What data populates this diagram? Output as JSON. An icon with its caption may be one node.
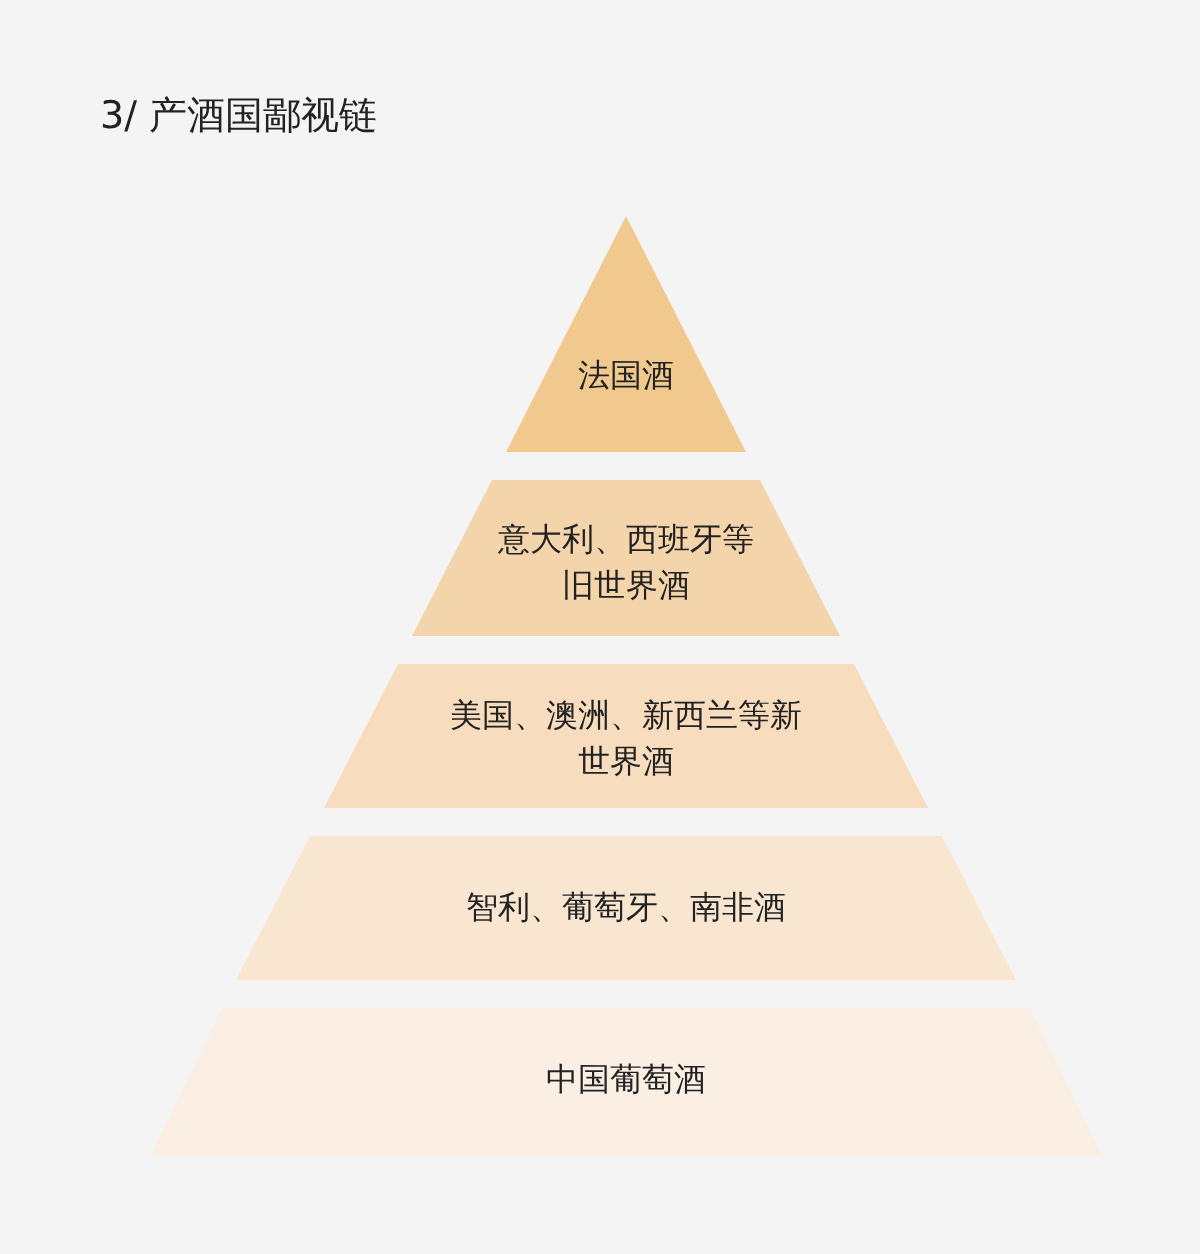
{
  "diagram": {
    "title": "3/ 产酒国鄙视链",
    "nodes": [
      {
        "text": [
          "法国酒"
        ]
      },
      {
        "text": [
          "意大利、西班牙等旧世界酒"
        ]
      },
      {
        "text": [
          "美国、澳洲、新西兰等新世界酒"
        ]
      },
      {
        "text": [
          "智利、葡萄牙、南非酒"
        ]
      },
      {
        "text": [
          "中国葡萄酒"
        ]
      }
    ]
  }
}
